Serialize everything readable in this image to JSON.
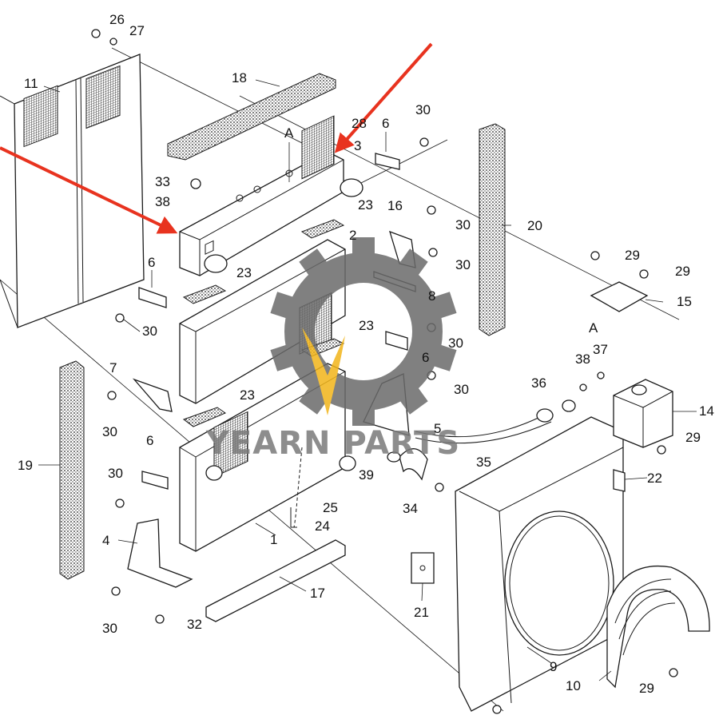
{
  "watermark": {
    "text": "YEARN PARTS",
    "gear_color": "#6b6b6b",
    "text_color": "#7a7a7a",
    "accent_color": "#f2b51a"
  },
  "arrow_color": "#e8331f",
  "callouts": {
    "n1": "1",
    "n2": "2",
    "n3": "3",
    "n4": "4",
    "n5": "5",
    "n6a": "6",
    "n6b": "6",
    "n6c": "6",
    "n6d": "6",
    "n7": "7",
    "n8": "8",
    "n9": "9",
    "n10": "10",
    "n11": "11",
    "n14": "14",
    "n15": "15",
    "n16": "16",
    "n17": "17",
    "n18": "18",
    "n19": "19",
    "n20": "20",
    "n21": "21",
    "n22": "22",
    "n23a": "23",
    "n23b": "23",
    "n23c": "23",
    "n23d": "23",
    "n24": "24",
    "n25": "25",
    "n26": "26",
    "n27": "27",
    "n28": "28",
    "n29a": "29",
    "n29b": "29",
    "n29c": "29",
    "n29d": "29",
    "n30a": "30",
    "n30b": "30",
    "n30c": "30",
    "n30d": "30",
    "n30e": "30",
    "n30f": "30",
    "n30g": "30",
    "n30h": "30",
    "n30i": "30",
    "n32": "32",
    "n33": "33",
    "n34": "34",
    "n35": "35",
    "n36": "36",
    "n37": "37",
    "n38a": "38",
    "n38b": "38",
    "n39": "39",
    "refA1": "A",
    "refA2": "A"
  }
}
